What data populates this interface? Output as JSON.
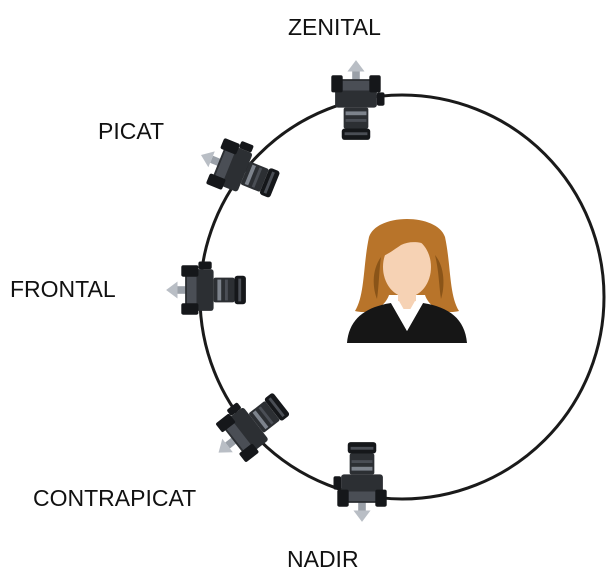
{
  "labels": {
    "zenital": "ZENITAL",
    "picat": "PICAT",
    "frontal": "FRONTAL",
    "contrapicat": "CONTRAPICAT",
    "nadir": "NADIR"
  },
  "colors": {
    "circle": "#1a1a1a",
    "camera_body": "#2c2f33",
    "camera_dark": "#15171a",
    "camera_mid": "#4a4e55",
    "camera_light": "#7d838c",
    "hair": "#b8742a",
    "hair_shadow": "#8a5418",
    "skin": "#f6d2b4",
    "suit": "#161616",
    "shirt": "#ffffff"
  },
  "icons": {
    "camera": "camera-icon",
    "person": "person-icon"
  }
}
